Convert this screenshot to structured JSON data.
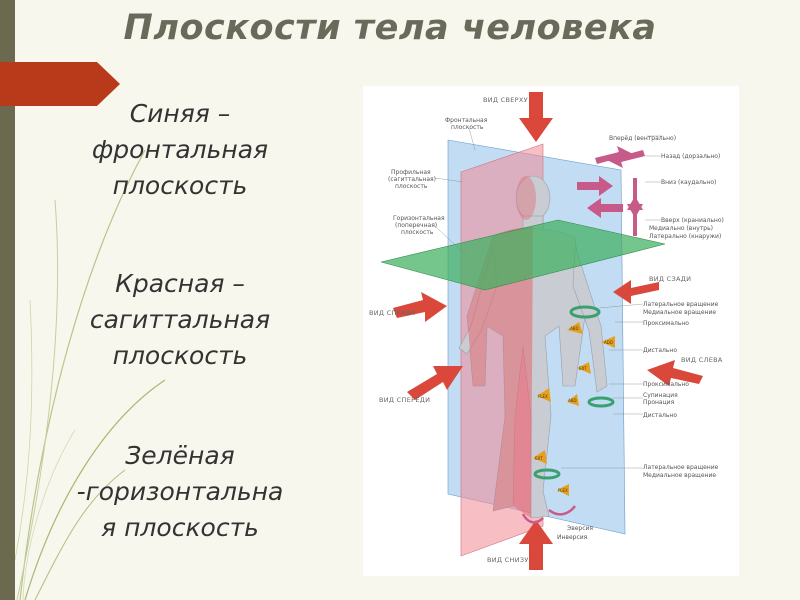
{
  "slide": {
    "title": "Плоскости тела человека",
    "captions": {
      "blue": [
        "Синяя –",
        "фронтальная",
        "плоскость"
      ],
      "red": [
        "Красная –",
        "сагиттальная",
        "плоскость"
      ],
      "green": [
        "Зелёная",
        "-горизонтальна",
        "я плоскость"
      ]
    }
  },
  "figure": {
    "view_labels": {
      "top": "ВИД СВЕРХУ",
      "back": "ВИД СЗАДИ",
      "right": "ВИД СПРАВА",
      "left": "ВИД СЛЕВА",
      "front": "ВИД СПЕРЕДИ",
      "bottom": "ВИД СНИЗУ"
    },
    "plane_labels": {
      "frontal": [
        "Фронтальная",
        "плоскость"
      ],
      "sagittal": [
        "Профильная",
        "(сагиттальная)",
        "плоскость"
      ],
      "horizontal": [
        "Горизонтальная",
        "(поперечная)",
        "плоскость"
      ]
    },
    "right_labels": [
      "Вперёд (вентрально)",
      "Назад (дорзально)",
      "Вниз (каудально)",
      "Вверх (краниально)",
      "Медиально (внутрь)",
      "Латерально (кнаружи)",
      "Латеральное вращение",
      "Медиальное вращение",
      "Проксимально",
      "Дистально",
      "Проксимально",
      "Супинация",
      "Пронация",
      "Дистально",
      "Латеральное вращение",
      "Медиальное вращение"
    ],
    "bottom_labels": [
      "Эверсия",
      "Инверсия"
    ],
    "marks": [
      "ABD",
      "ADD",
      "EXT",
      "FLEX",
      "EXT",
      "FLEX",
      "ABD"
    ]
  }
}
